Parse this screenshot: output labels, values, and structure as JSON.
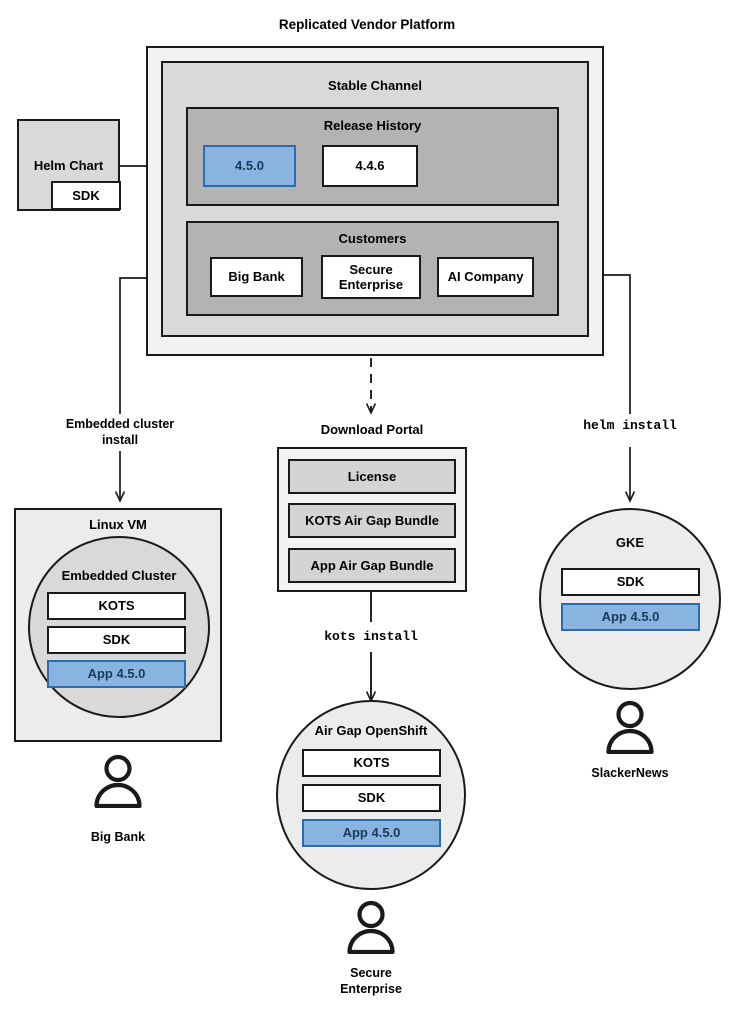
{
  "page": {
    "title": "Replicated Vendor Platform"
  },
  "platform": {
    "channel": {
      "title": "Stable Channel",
      "release_history": {
        "title": "Release History",
        "releases": [
          {
            "version": "4.5.0",
            "highlighted": true
          },
          {
            "version": "4.4.6",
            "highlighted": false
          }
        ]
      },
      "customers": {
        "title": "Customers",
        "items": [
          {
            "name": "Big Bank"
          },
          {
            "name": "Secure\nEnterprise"
          },
          {
            "name": "AI Company"
          }
        ]
      }
    }
  },
  "helm_chart": {
    "label": "Helm Chart",
    "sdk_label": "SDK"
  },
  "flows": [
    {
      "id": "embedded-cluster-install",
      "label": "Embedded cluster\ninstall",
      "style": "text"
    },
    {
      "id": "kots-install",
      "label": "kots install",
      "style": "mono"
    },
    {
      "id": "helm-install",
      "label": "helm install",
      "style": "mono"
    }
  ],
  "targets": {
    "linux_vm": {
      "title": "Linux VM",
      "cluster_title": "Embedded Cluster",
      "components": [
        {
          "label": "KOTS",
          "highlighted": false
        },
        {
          "label": "SDK",
          "highlighted": false
        },
        {
          "label": "App 4.5.0",
          "highlighted": true
        }
      ],
      "customer": "Big Bank"
    },
    "download_portal": {
      "title": "Download Portal",
      "artifacts": [
        {
          "label": "License"
        },
        {
          "label": "KOTS Air Gap Bundle"
        },
        {
          "label": "App Air Gap Bundle"
        }
      ]
    },
    "air_gap_openshift": {
      "title": "Air Gap OpenShift",
      "components": [
        {
          "label": "KOTS",
          "highlighted": false
        },
        {
          "label": "SDK",
          "highlighted": false
        },
        {
          "label": "App 4.5.0",
          "highlighted": true
        }
      ],
      "customer": "Secure\nEnterprise"
    },
    "gke": {
      "title": "GKE",
      "components": [
        {
          "label": "SDK",
          "highlighted": false
        },
        {
          "label": "App 4.5.0",
          "highlighted": true
        }
      ],
      "customer": "SlackerNews"
    }
  },
  "colors": {
    "accent_blue_fill": "#8ab4e0",
    "accent_blue_border": "#2b6cb0",
    "accent_blue_text": "#1a3a5c",
    "outline": "#1a1a1a",
    "shade_outer": "#f2f2f2",
    "shade_channel": "#d9d9d9",
    "shade_group": "#b3b3b3",
    "shade_node": "#ececec"
  }
}
